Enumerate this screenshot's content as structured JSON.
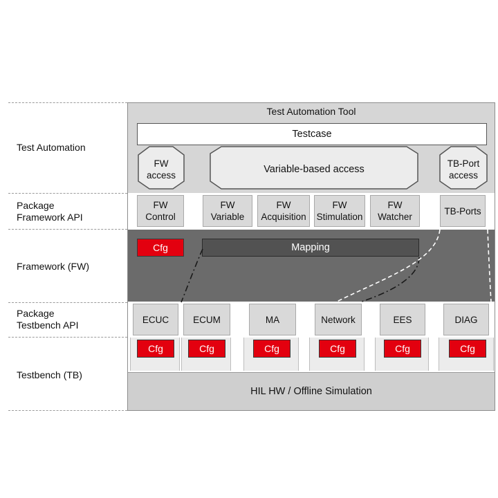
{
  "layers": {
    "test_automation": "Test Automation",
    "package_fw_api_1": "Package",
    "package_fw_api_2": "Framework API",
    "framework": "Framework (FW)",
    "package_tb_api_1": "Package",
    "package_tb_api_2": "Testbench API",
    "testbench": "Testbench (TB)"
  },
  "tool": {
    "title": "Test Automation Tool",
    "testcase": "Testcase",
    "fw_access_1": "FW",
    "fw_access_2": "access",
    "variable_access": "Variable-based access",
    "tbport_access_1": "TB-Port",
    "tbport_access_2": "access"
  },
  "fw_api": [
    {
      "l1": "FW",
      "l2": "Control"
    },
    {
      "l1": "FW",
      "l2": "Variable"
    },
    {
      "l1": "FW",
      "l2": "Acquisition"
    },
    {
      "l1": "FW",
      "l2": "Stimulation"
    },
    {
      "l1": "FW",
      "l2": "Watcher"
    },
    {
      "l1": "TB-Ports",
      "l2": ""
    }
  ],
  "framework": {
    "cfg": "Cfg",
    "mapping": "Mapping"
  },
  "tb_api": [
    "ECUC",
    "ECUM",
    "MA",
    "Network",
    "EES",
    "DIAG"
  ],
  "testbench": {
    "cfg": "Cfg",
    "hil": "HIL HW / Offline Simulation"
  },
  "colors": {
    "cfg_red": "#e3000f",
    "framework_gray": "#6b6b6b",
    "box_gray": "#d9d9d9"
  }
}
